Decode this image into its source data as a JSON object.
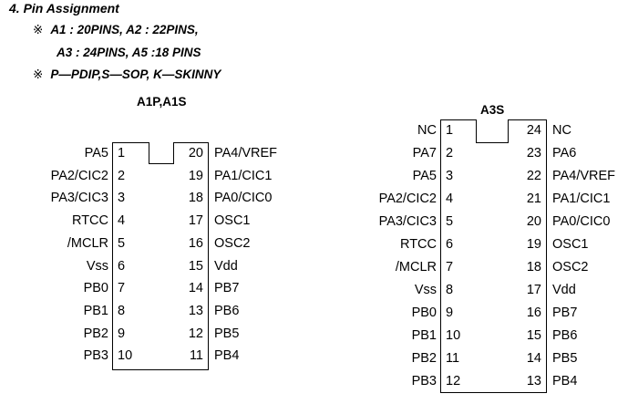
{
  "header": {
    "section_title": "4. Pin Assignment",
    "note_symbol": "※",
    "line1": "A1 : 20PINS,    A2 : 22PINS,",
    "line2": "A3 : 24PINS, A5 :18 PINS",
    "line3": "P—PDIP,S—SOP, K—SKINNY"
  },
  "chip_a1": {
    "title": "A1P,A1S",
    "left_pins": [
      {
        "num": "1",
        "name": "PA5"
      },
      {
        "num": "2",
        "name": "PA2/CIC2"
      },
      {
        "num": "3",
        "name": "PA3/CIC3"
      },
      {
        "num": "4",
        "name": "RTCC"
      },
      {
        "num": "5",
        "name": "/MCLR"
      },
      {
        "num": "6",
        "name": "Vss"
      },
      {
        "num": "7",
        "name": "PB0"
      },
      {
        "num": "8",
        "name": "PB1"
      },
      {
        "num": "9",
        "name": "PB2"
      },
      {
        "num": "10",
        "name": "PB3"
      }
    ],
    "right_pins": [
      {
        "num": "20",
        "name": "PA4/VREF"
      },
      {
        "num": "19",
        "name": "PA1/CIC1"
      },
      {
        "num": "18",
        "name": "PA0/CIC0"
      },
      {
        "num": "17",
        "name": "OSC1"
      },
      {
        "num": "16",
        "name": "OSC2"
      },
      {
        "num": "15",
        "name": "Vdd"
      },
      {
        "num": "14",
        "name": "PB7"
      },
      {
        "num": "13",
        "name": "PB6"
      },
      {
        "num": "12",
        "name": "PB5"
      },
      {
        "num": "11",
        "name": "PB4"
      }
    ]
  },
  "chip_a3": {
    "title": "A3S",
    "left_pins": [
      {
        "num": "1",
        "name": "NC"
      },
      {
        "num": "2",
        "name": "PA7"
      },
      {
        "num": "3",
        "name": "PA5"
      },
      {
        "num": "4",
        "name": "PA2/CIC2"
      },
      {
        "num": "5",
        "name": "PA3/CIC3"
      },
      {
        "num": "6",
        "name": "RTCC"
      },
      {
        "num": "7",
        "name": "/MCLR"
      },
      {
        "num": "8",
        "name": "Vss"
      },
      {
        "num": "9",
        "name": "PB0"
      },
      {
        "num": "10",
        "name": "PB1"
      },
      {
        "num": "11",
        "name": "PB2"
      },
      {
        "num": "12",
        "name": "PB3"
      }
    ],
    "right_pins": [
      {
        "num": "24",
        "name": "NC"
      },
      {
        "num": "23",
        "name": "PA6"
      },
      {
        "num": "22",
        "name": "PA4/VREF"
      },
      {
        "num": "21",
        "name": "PA1/CIC1"
      },
      {
        "num": "20",
        "name": "PA0/CIC0"
      },
      {
        "num": "19",
        "name": "OSC1"
      },
      {
        "num": "18",
        "name": "OSC2"
      },
      {
        "num": "17",
        "name": "Vdd"
      },
      {
        "num": "16",
        "name": "PB7"
      },
      {
        "num": "15",
        "name": "PB6"
      },
      {
        "num": "14",
        "name": "PB5"
      },
      {
        "num": "13",
        "name": "PB4"
      }
    ]
  }
}
